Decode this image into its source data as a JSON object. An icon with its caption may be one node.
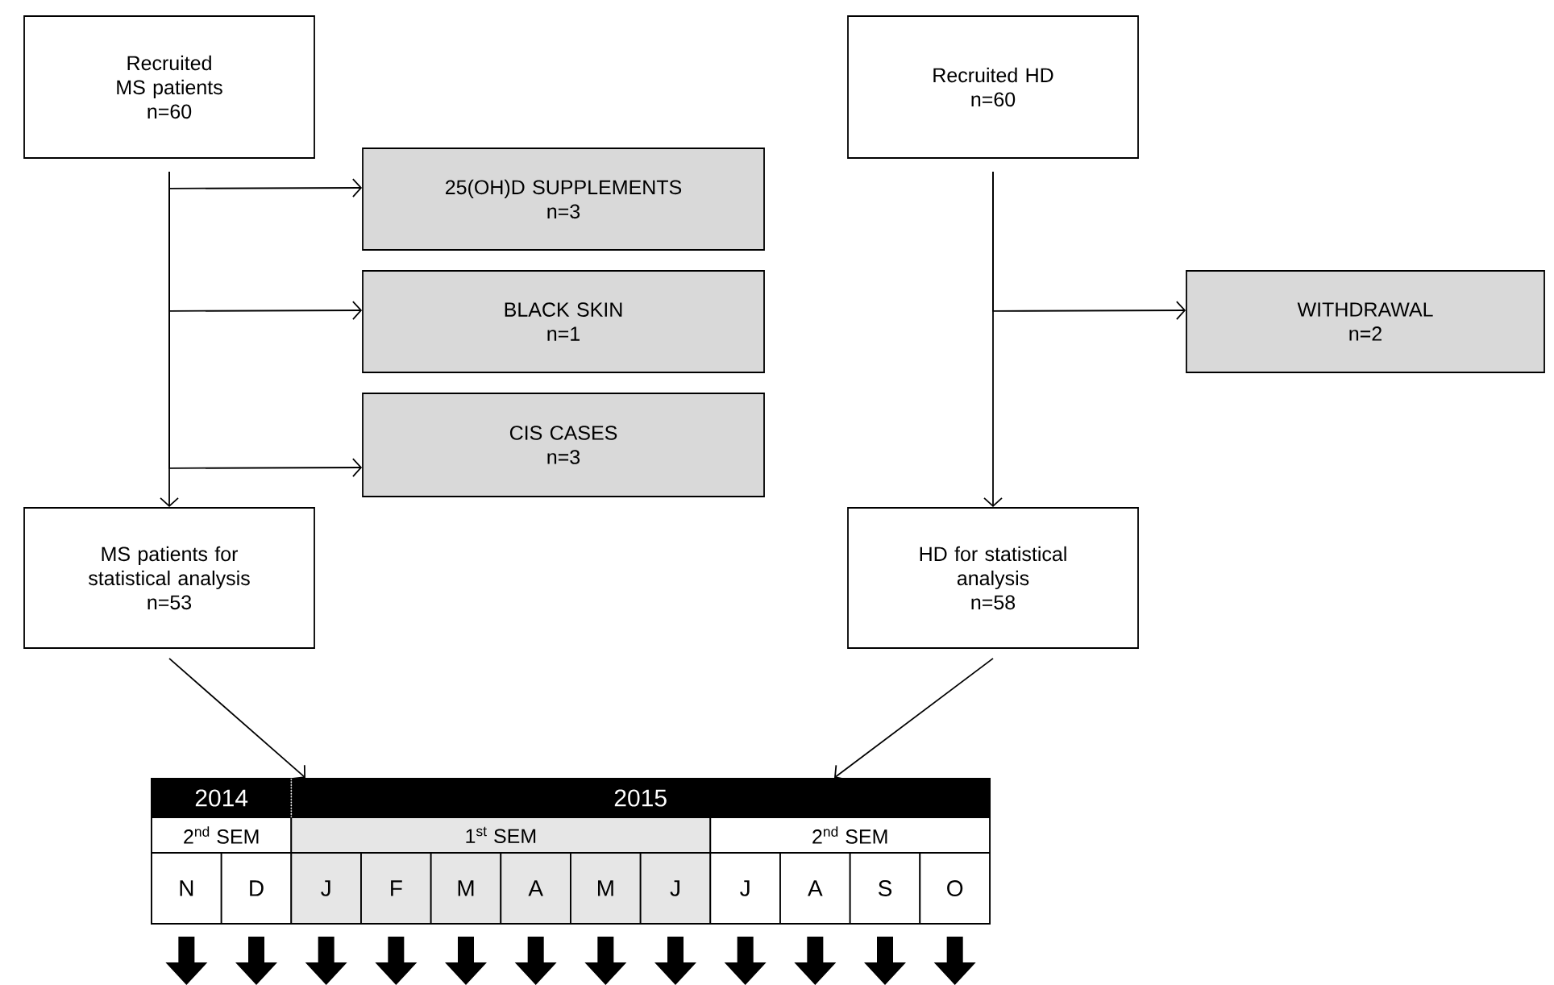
{
  "diagram": {
    "nodes": [
      {
        "text": [
          "Recruited MS patients",
          "n=60"
        ]
      },
      {
        "text": [
          "25(OH)D SUPPLEMENTS",
          "n=3"
        ]
      },
      {
        "text": [
          "BLACK SKIN",
          "n=1"
        ]
      },
      {
        "text": [
          "CIS CASES",
          "n=3"
        ]
      },
      {
        "text": [
          "MS patients for statistical analysis",
          "n=53"
        ]
      },
      {
        "text": [
          "Recruited HD",
          "n=60"
        ]
      },
      {
        "text": [
          "WITHDRAWAL",
          "n=2"
        ]
      },
      {
        "text": [
          "HD for statistical analysis",
          "n=58"
        ]
      },
      {
        "text": [],
        "shape": "box"
      }
    ],
    "edges": [
      {
        "from": 0,
        "to": 4,
        "arrow": "to"
      },
      {
        "from": 0,
        "to": 1,
        "arrow": "to"
      },
      {
        "from": 0,
        "to": 2,
        "arrow": "to"
      },
      {
        "from": 0,
        "to": 3,
        "arrow": "to"
      },
      {
        "from": 5,
        "to": 7,
        "arrow": "to"
      },
      {
        "from": 5,
        "to": 6,
        "arrow": "to"
      },
      {
        "from": 4,
        "to": 8,
        "arrow": "to"
      },
      {
        "from": 7,
        "to": 8,
        "arrow": "to"
      }
    ],
    "labels": [
      "2014",
      "2015",
      "2$^{nd}$ SEM",
      "1$^{st}$ SEM",
      "2$^{nd}$ SEM",
      "N",
      "D",
      "J",
      "F",
      "M",
      "A",
      "M",
      "J",
      "J",
      "A",
      "S",
      "O"
    ]
  }
}
